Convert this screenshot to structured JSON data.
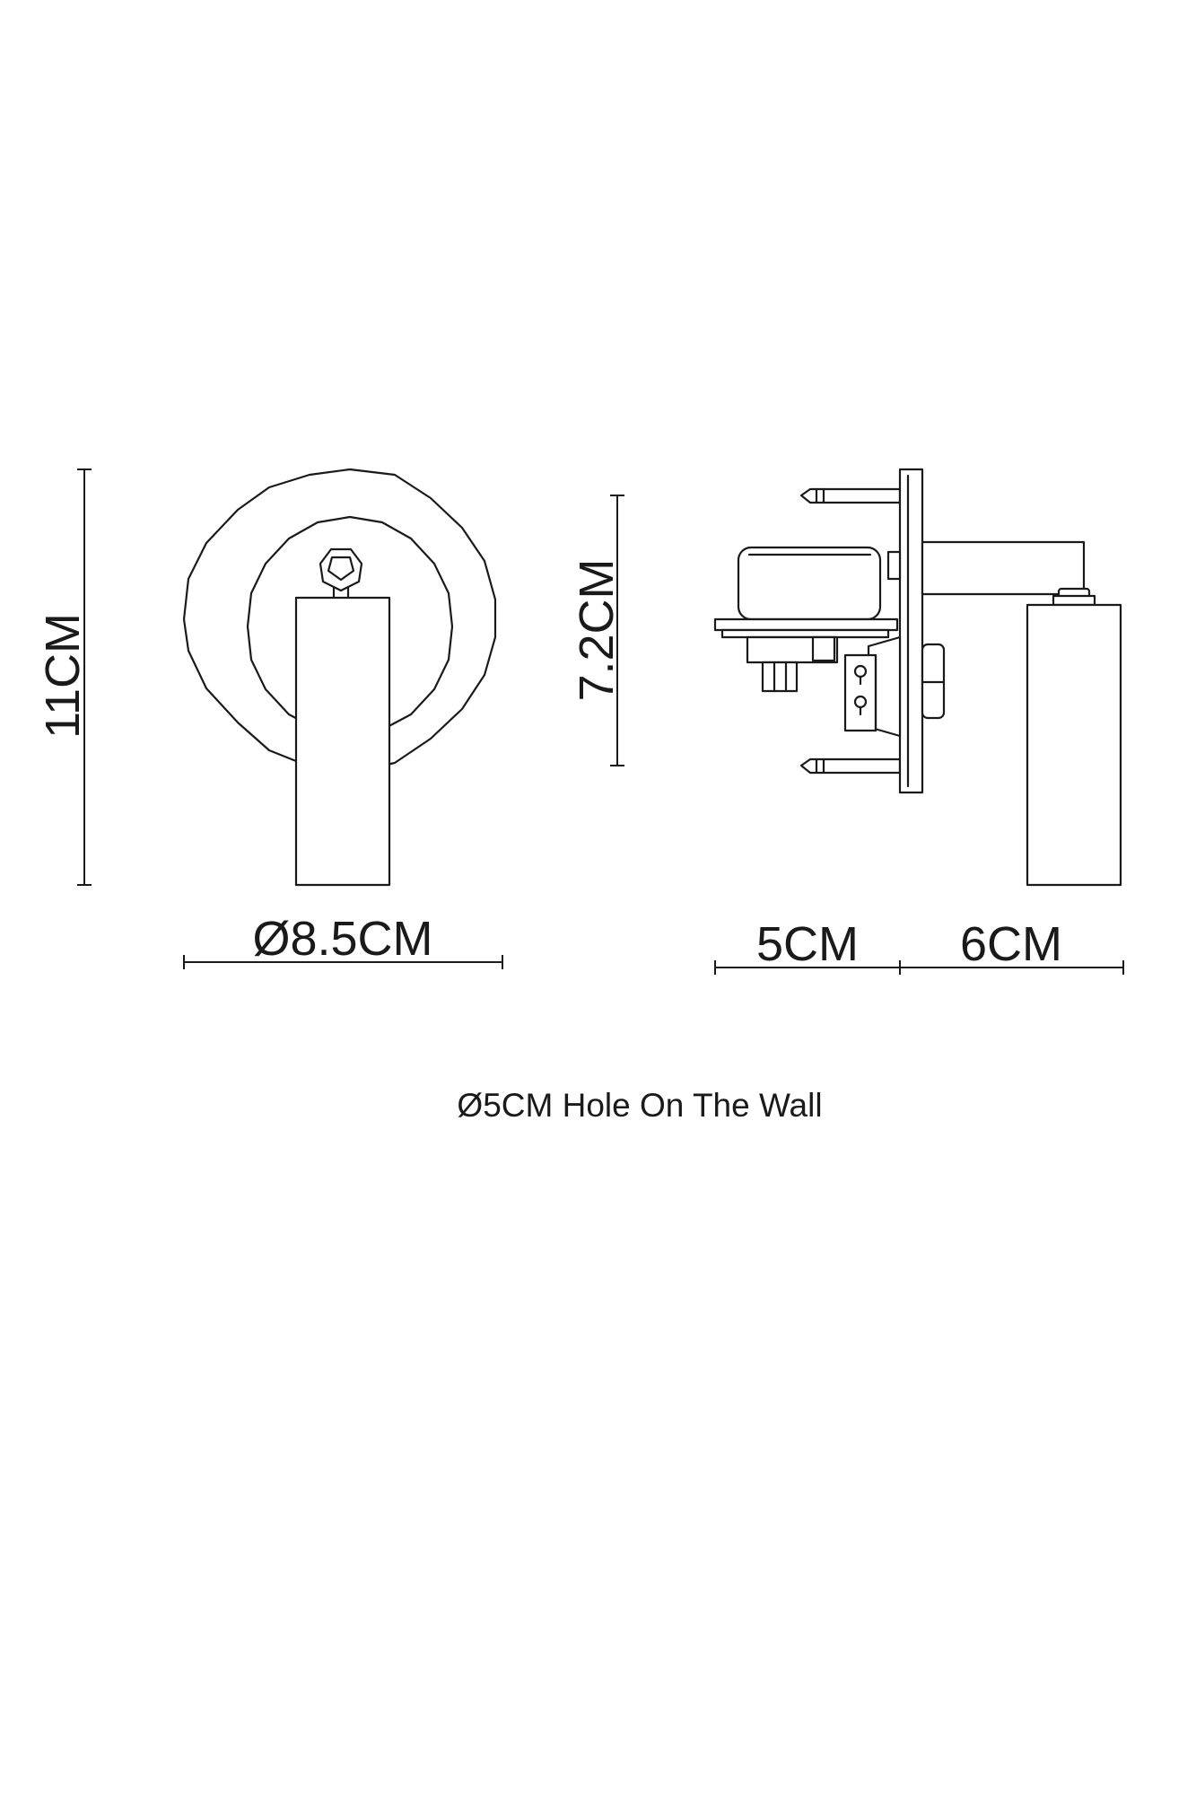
{
  "dimensions": {
    "height_front": "11CM",
    "diameter_front": "Ø8.5CM",
    "height_plate": "7.2CM",
    "depth_base": "5CM",
    "depth_head": "6CM"
  },
  "note": "Ø5CM Hole On The Wall"
}
